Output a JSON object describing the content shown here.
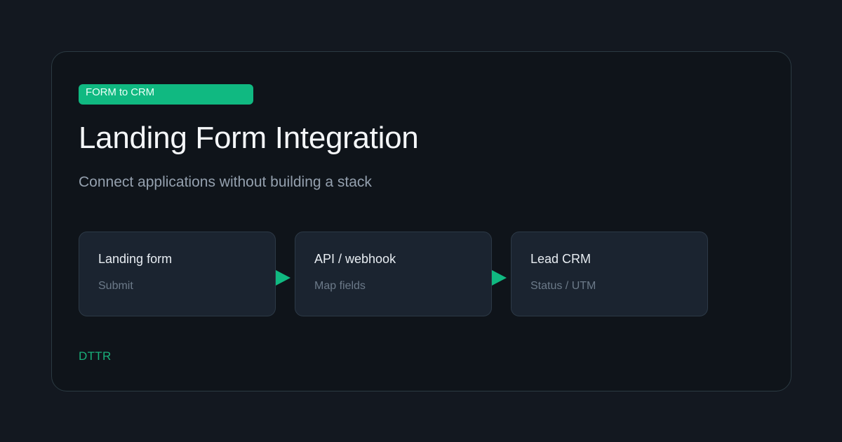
{
  "badge": "FORM to CRM",
  "title": "Landing Form Integration",
  "subtitle": "Connect applications without building a stack",
  "steps": [
    {
      "name": "Landing form",
      "detail": "Submit"
    },
    {
      "name": "API / webhook",
      "detail": "Map fields"
    },
    {
      "name": "Lead CRM",
      "detail": "Status / UTM"
    }
  ],
  "footer": "DTTR",
  "colors": {
    "page_background": "#131820",
    "card_background": "#0f141a",
    "accent": "#10b981",
    "step_background": "#1b2430"
  }
}
